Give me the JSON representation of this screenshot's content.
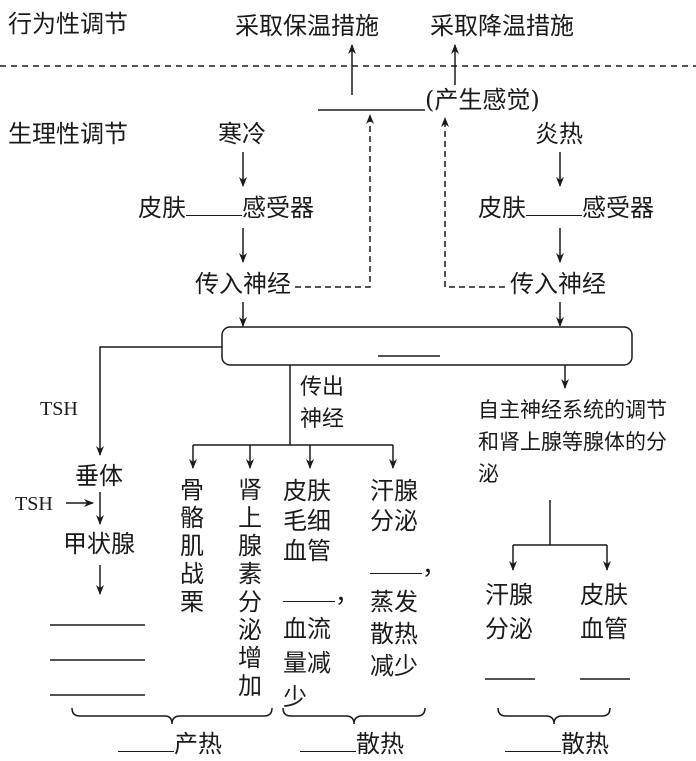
{
  "behavioral": {
    "label": "行为性调节",
    "warm_action": "采取保温措施",
    "cool_action": "采取降温措施"
  },
  "physiological": {
    "label": "生理性调节",
    "sensation": "(产生感觉)"
  },
  "cold_path": {
    "stimulus": "寒冷",
    "skin": "皮肤",
    "receptor": "感受器",
    "afferent": "传入神经"
  },
  "hot_path": {
    "stimulus": "炎热",
    "skin": "皮肤",
    "receptor": "感受器",
    "afferent": "传入神经"
  },
  "center": {
    "efferent": "传出神经",
    "autonomic": "自主神经系统的调节和肾上腺等腺体的分泌"
  },
  "hormone": {
    "tsh_top": "TSH",
    "pituitary": "垂体",
    "tsh_side": "TSH",
    "thyroid": "甲状腺"
  },
  "effects_cold": {
    "muscle": "骨骼肌战栗",
    "adrenal": "肾上腺素分泌增加",
    "skin_vessel": "皮肤毛细血管",
    "comma1": "，",
    "blood_flow": "血流量减少",
    "sweat": "汗腺分泌",
    "comma2": "，",
    "evap": "蒸发散热减少"
  },
  "effects_hot": {
    "sweat": "汗腺分泌",
    "skin_vessel": "皮肤血管"
  },
  "totals": {
    "heat_gen": "产热",
    "heat_loss_cold": "散热",
    "heat_loss_hot": "散热"
  }
}
